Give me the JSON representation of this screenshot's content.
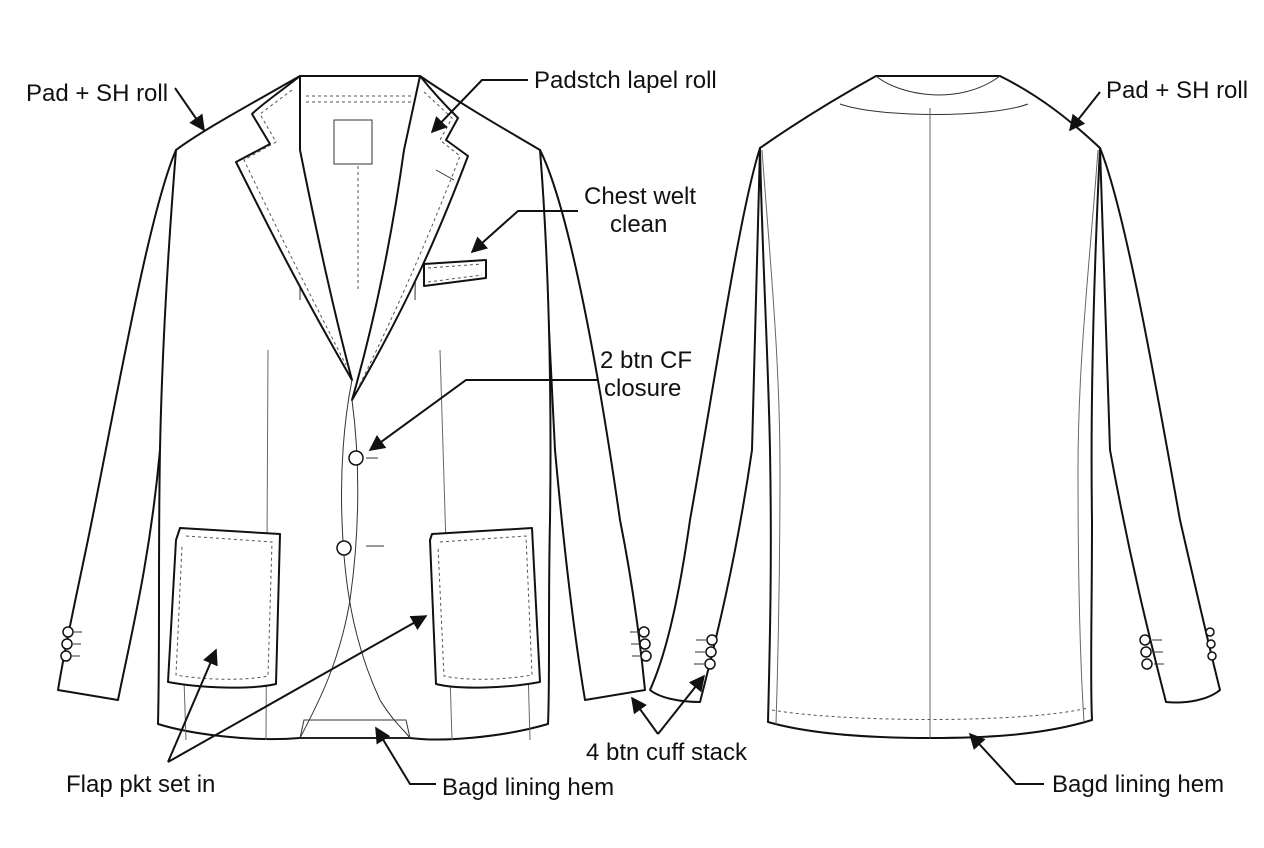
{
  "annotations": {
    "front_shoulder": "Pad + SH roll",
    "lapel": "Padstch lapel roll",
    "chest_welt_line1": "Chest welt",
    "chest_welt_line2": "clean",
    "closure_line1": "2 btn CF",
    "closure_line2": "closure",
    "flap_pocket": "Flap pkt set in",
    "front_lining": "Bagd lining hem",
    "cuff": "4 btn cuff stack",
    "back_shoulder": "Pad + SH roll",
    "back_lining": "Bagd lining hem"
  },
  "colors": {
    "line": "#111111",
    "background": "#ffffff"
  }
}
